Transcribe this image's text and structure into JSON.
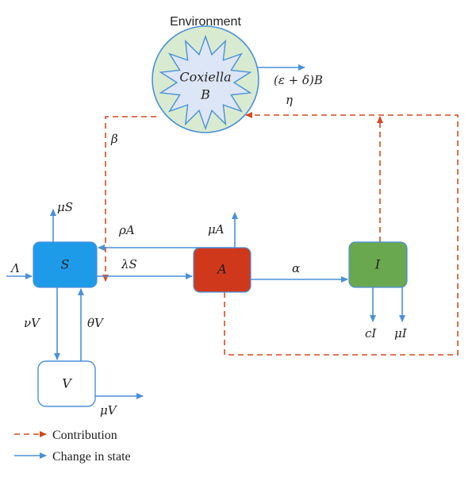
{
  "environment": {
    "title": "Environment",
    "agent_line1": "Coxiella",
    "agent_line2": "B",
    "decay_label": "(ε + δ)B",
    "eta_label": "η"
  },
  "compartments": {
    "S": {
      "label": "S",
      "color": "#1e9be8"
    },
    "A": {
      "label": "A",
      "color": "#d0381c"
    },
    "I": {
      "label": "I",
      "color": "#6aa84f"
    },
    "V": {
      "label": "V",
      "color": "#ffffff"
    }
  },
  "rates": {
    "beta": "β",
    "mu_s": "μS",
    "lambda_in": "Λ",
    "rho_a": "ρA",
    "mu_a": "μA",
    "lambda_s": "λS",
    "alpha": "α",
    "nu_v": "νV",
    "theta_v": "θV",
    "mu_v": "μV",
    "c_i": "cI",
    "mu_i": "μI"
  },
  "legend": {
    "contribution": "Contribution",
    "change_in_state": "Change in state"
  },
  "colors": {
    "flow": "#4a90d9",
    "contribution": "#d44a1e",
    "environment_fill": "#d8ead0",
    "star_fill": "#dde6f6"
  }
}
